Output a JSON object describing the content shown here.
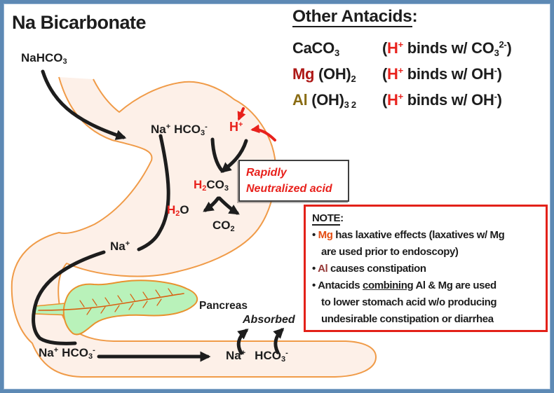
{
  "title": "Na Bicarbonate",
  "colors": {
    "frame_blue": "#5d89b4",
    "stomach_fill": "#fdf0e8",
    "stomach_outline": "#f09b48",
    "pancreas_fill": "#b9f2ba",
    "pancreas_outline": "#e8922e",
    "duct_orange": "#d95f10",
    "arrow_black": "#1d1d1d",
    "acid_red": "#e8211c",
    "mg_dark_red": "#ae1917",
    "al_gold": "#8a6c14",
    "note_mg_orange": "#e44d13",
    "note_al_maroon": "#953735",
    "note_border_red": "#e32119"
  },
  "labels": {
    "nahco3_top": {
      "base": "NaHCO",
      "sub": "3"
    },
    "stomach_na_hco3": {
      "na": "Na",
      "na_sup": "+",
      "hco": "HCO",
      "hco_sub": "3",
      "hco_sup": "-"
    },
    "h_plus": {
      "base": "H",
      "sup": "+"
    },
    "h2co3": {
      "h": "H",
      "h_sub": "2",
      "co": "CO",
      "co_sub": "3"
    },
    "h2o": {
      "h": "H",
      "h_sub": "2",
      "o": "O"
    },
    "co2": {
      "base": "CO",
      "sub": "2"
    },
    "na_plus": {
      "base": "Na",
      "sup": "+"
    },
    "pancreas": "Pancreas",
    "absorbed": "Absorbed",
    "duodenum_na_hco3": {
      "na": "Na",
      "na_sup": "+",
      "hco": "HCO",
      "hco_sub": "3",
      "hco_sup": "-"
    },
    "absorbed_na": {
      "base": "Na",
      "sup": "+"
    },
    "absorbed_hco3": {
      "base": "HCO",
      "sub": "3",
      "sup": "-"
    }
  },
  "rapid_box": {
    "line1": "Rapidly",
    "line2": "Neutralized acid"
  },
  "antacids": {
    "heading": "Other Antacids",
    "colon": ":",
    "rows": [
      {
        "name": "CaCO",
        "after": "",
        "after_sub": "3",
        "open": "(",
        "h": "H",
        "h_sup": "+",
        "binds": " binds w/ ",
        "target": "CO",
        "target_sub": "3",
        "target_sup": "2-",
        "close": ")"
      },
      {
        "name": "Mg",
        "after": " (OH)",
        "after_sub": "2",
        "open": "(",
        "h": "H",
        "h_sup": "+",
        "binds": " binds w/ ",
        "target": "OH",
        "target_sub": "",
        "target_sup": "-",
        "close": ")"
      },
      {
        "name": "Al",
        "after": " (OH)",
        "after_sub": "3 2",
        "open": "(",
        "h": "H",
        "h_sup": "+",
        "binds": " binds w/ ",
        "target": "OH",
        "target_sub": "",
        "target_sup": "-",
        "close": ")"
      }
    ]
  },
  "note": {
    "heading": "NOTE",
    "colon": ":",
    "bullet": "•",
    "b1_lead": "Mg",
    "b1_line1": " has laxative effects (laxatives w/ Mg",
    "b1_line2": "are used prior to endoscopy)",
    "b2_lead": "Al",
    "b2_line1": " causes constipation",
    "b3_pre": "Antacids ",
    "b3_underline": "combining",
    "b3_post": " Al & Mg are used",
    "b3_line2": "to lower stomach acid w/o producing",
    "b3_line3": "undesirable constipation or diarrhea"
  }
}
